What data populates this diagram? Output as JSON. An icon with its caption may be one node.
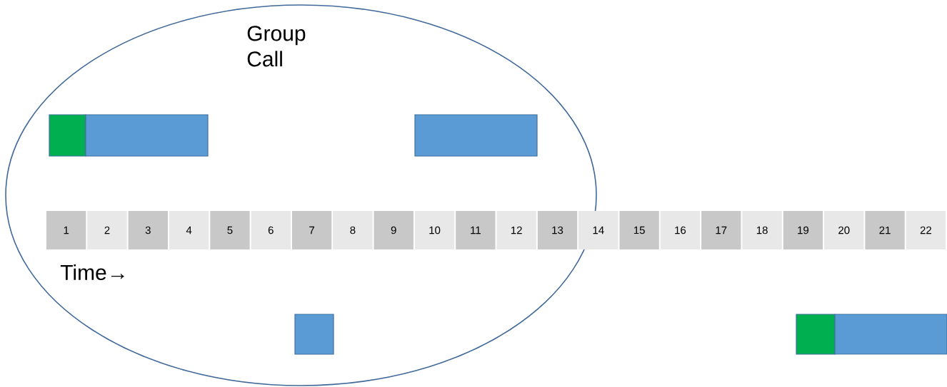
{
  "diagram": {
    "nodes": [
      {
        "text": [
          "Group Call"
        ]
      },
      {
        "text": [],
        "shape": "box",
        "in": 0
      },
      {
        "text": [],
        "shape": "bar",
        "in": 0
      },
      {
        "text": [],
        "shape": "bar",
        "in": 0
      },
      {
        "text": [],
        "shape": "bar",
        "in": 0
      },
      {
        "text": [],
        "shape": "box"
      },
      {
        "text": [],
        "shape": "bar"
      },
      {
        "text": [
          "1"
        ],
        "in": 0
      },
      {
        "text": [
          "2"
        ],
        "in": 0
      },
      {
        "text": [
          "3"
        ],
        "in": 0
      },
      {
        "text": [
          "4"
        ],
        "in": 0
      },
      {
        "text": [
          "5"
        ],
        "in": 0
      },
      {
        "text": [
          "6"
        ],
        "in": 0
      },
      {
        "text": [
          "7"
        ],
        "in": 0
      },
      {
        "text": [
          "8"
        ],
        "in": 0
      },
      {
        "text": [
          "9"
        ],
        "in": 0
      },
      {
        "text": [
          "10"
        ],
        "in": 0
      },
      {
        "text": [
          "11"
        ],
        "in": 0
      },
      {
        "text": [
          "12"
        ],
        "in": 0
      },
      {
        "text": [
          "13"
        ],
        "in": 0
      },
      {
        "text": [
          "14"
        ]
      },
      {
        "text": [
          "15"
        ]
      },
      {
        "text": [
          "16"
        ]
      },
      {
        "text": [
          "17"
        ]
      },
      {
        "text": [
          "18"
        ]
      },
      {
        "text": [
          "19"
        ]
      },
      {
        "text": [
          "20"
        ]
      },
      {
        "text": [
          "21"
        ]
      },
      {
        "text": [
          "22"
        ]
      }
    ],
    "labels": [
      "Time→"
    ]
  }
}
